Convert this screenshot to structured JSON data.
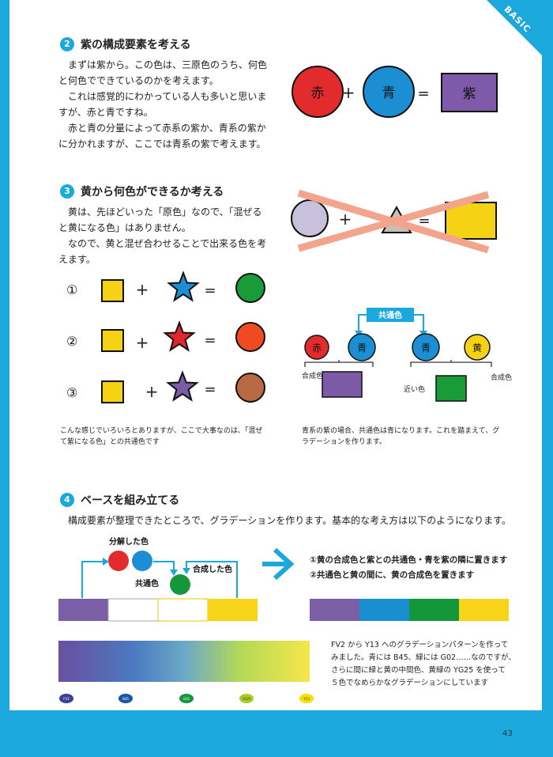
{
  "corner": {
    "label": "BASIC"
  },
  "section2": {
    "number": "2",
    "title": "紫の構成要素を考える",
    "lines": [
      "　まずは紫から。この色は、三原色のうち、何色",
      "と何色でできているのかを考えます。",
      "　これは感覚的にわかっている人も多いと思いま",
      "すが、赤と青ですね。",
      "　赤と青の分量によって赤系の紫か、青系の紫か",
      "に分かれますが、ここでは青系の紫で考えます。"
    ],
    "diagram": {
      "red": "赤",
      "blue": "青",
      "purple": "紫",
      "plus": "+",
      "equals": "="
    }
  },
  "section3": {
    "number": "3",
    "title": "黄から何色ができるか考える",
    "lines": [
      "　黄は、先ほどいった「原色」なので、「混ぜる",
      "と黄になる色」はありません。",
      "　なので、黄と混ぜ合わせることで出来る色を考",
      "えます。"
    ],
    "diagram": {
      "plus": "+",
      "equals": "="
    },
    "rows": [
      {
        "num": "①",
        "star_color": "#1c8fd4",
        "result_color": "#1a9b3a"
      },
      {
        "num": "②",
        "star_color": "#e0262c",
        "result_color": "#ee4b22"
      },
      {
        "num": "③",
        "star_color": "#7b5aa6",
        "result_color": "#b86a44"
      }
    ],
    "caption_left": [
      "こんな感じでいろいろとありますが、ここで大事なのは、「混ぜ",
      "て紫になる色」との共通色です"
    ],
    "caption_right": [
      "青系の紫の場合、共通色は青になります。これを踏まえて、グ",
      "ラデーションを作ります。"
    ],
    "common_diagram": {
      "common_label": "共通色",
      "red": "赤",
      "blue": "青",
      "blue2": "青",
      "yellow": "黄",
      "composite_left": "合成色",
      "near_color": "近い色",
      "composite_right": "合成色"
    }
  },
  "section4": {
    "number": "4",
    "title": "ベースを組み立てる",
    "intro": "構成要素が整理できたところで、グラデーションを作ります。基本的な考え方は以下のようになります。",
    "labels": {
      "decomposed": "分解した色",
      "common": "共通色",
      "composite": "合成した色"
    },
    "steps": [
      "①黄の合成色と紫との共通色・青を紫の隣に置きます",
      "②共通色と黄の間に、黄の合成色を置きます"
    ],
    "result_colors": [
      "#7b5fa6",
      "#1a8fd0",
      "#14973b",
      "#f7d417"
    ],
    "description": [
      "FV2 から Y13 へのグラデーションパターンを作って",
      "みました。青には B45、緑には G02……なのですが、",
      "さらに間に緑と黄の中間色、黄緑の YG25 を使って",
      "５色でなめらかなグラデーションにしています"
    ],
    "markers": [
      "FV2",
      "B45",
      "G02",
      "YG25",
      "Y13"
    ]
  },
  "page_number": "43"
}
